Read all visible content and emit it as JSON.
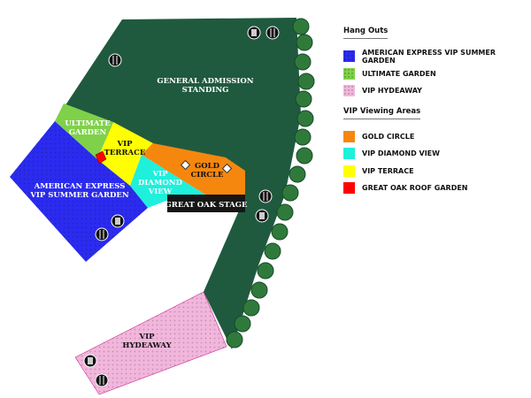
{
  "map": {
    "general_admission": [
      "GENERAL ADMISSION",
      "STANDING"
    ],
    "ultimate_garden": [
      "ULTIMATE",
      "GARDEN"
    ],
    "vip_terrace": [
      "VIP",
      "TERRACE"
    ],
    "gold_circle": [
      "GOLD",
      "CIRCLE"
    ],
    "vip_diamond_view": [
      "VIP",
      "DIAMOND",
      "VIEW"
    ],
    "amex_garden": [
      "AMERICAN EXPRESS",
      "VIP SUMMER GARDEN"
    ],
    "stage": "GREAT OAK STAGE",
    "vip_hydeaway": [
      "VIP",
      "HYDEAWAY"
    ]
  },
  "legend": {
    "hang_outs_title": "Hang Outs",
    "hang_outs": [
      {
        "label": "AMERICAN EXPRESS VIP SUMMER GARDEN",
        "color": "#2b2bf0"
      },
      {
        "label": "ULTIMATE GARDEN",
        "color": "#7fd14a"
      },
      {
        "label": "VIP HYDEAWAY",
        "color": "#f2b6dc"
      }
    ],
    "vip_title": "VIP Viewing Areas",
    "vip_areas": [
      {
        "label": "GOLD CIRCLE",
        "color": "#f5870f"
      },
      {
        "label": "VIP DIAMOND VIEW",
        "color": "#1ef0dc"
      },
      {
        "label": "VIP TERRACE",
        "color": "#ffff00"
      },
      {
        "label": "GREAT OAK ROOF GARDEN",
        "color": "#ff0000"
      }
    ]
  },
  "colors": {
    "lawn": "#1f5a3e",
    "tree": "#2f7a3a",
    "stage": "#161616"
  }
}
